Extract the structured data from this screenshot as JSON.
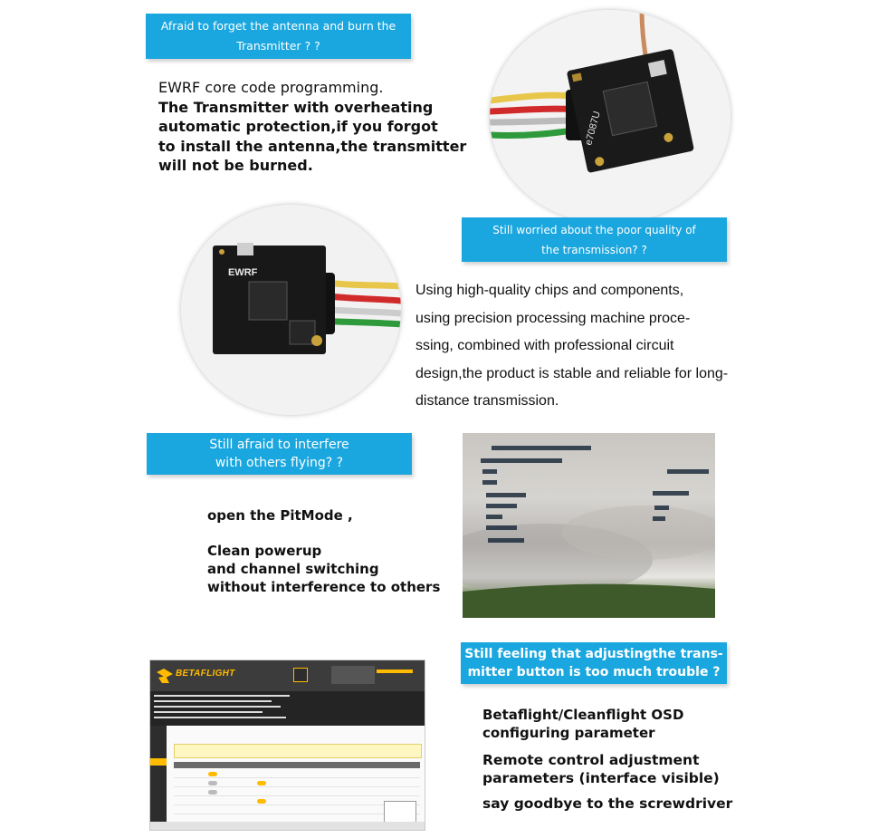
{
  "section1": {
    "banner": [
      "Afraid to forget the antenna and burn the",
      "Transmitter ? ?"
    ],
    "text": [
      "EWRF core code programming.",
      "The Transmitter with overheating",
      "automatic protection,if you forgot",
      "to install the antenna,the transmitter",
      "will not be burned."
    ],
    "chip_label": "e7087U"
  },
  "section2": {
    "banner": [
      "Still worried about the poor quality of",
      "the transmission? ?"
    ],
    "text": [
      "Using high-quality chips and components,",
      "using precision processing machine proce-",
      "ssing, combined with professional circuit",
      "design,the product is stable and reliable for long-",
      "distance transmission."
    ],
    "chip_label": "EWRF"
  },
  "section3": {
    "banner": [
      "Still afraid to interfere",
      "with others flying? ?"
    ],
    "text_a": "open the PitMode ,",
    "text_b": [
      "Clean powerup",
      "and channel switching",
      "without interference to others"
    ]
  },
  "section4": {
    "banner": [
      "Still feeling that adjustingthe trans-",
      "mitter button is too much trouble ?"
    ],
    "text_a": [
      "Betaflight/Cleanflight OSD",
      "configuring parameter"
    ],
    "text_b": [
      "Remote control adjustment",
      "parameters (interface visible)"
    ],
    "text_c": "say goodbye to the screwdriver",
    "app_name": "BETAFLIGHT"
  },
  "colors": {
    "banner": "#1aa6de",
    "betaflight_accent": "#ffbb00"
  }
}
